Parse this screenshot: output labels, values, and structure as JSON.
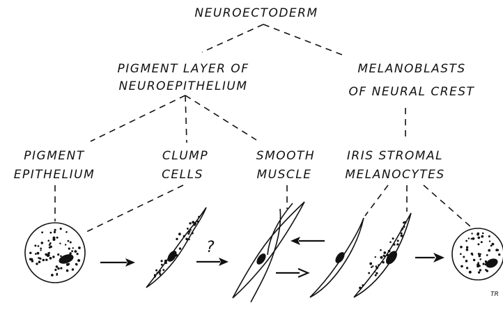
{
  "labels": {
    "root": "NEUROECTODERM",
    "pigment_layer_1": "PIGMENT LAYER OF",
    "pigment_layer_2": "NEUROEPITHELIUM",
    "melanoblasts_1": "MELANOBLASTS",
    "melanoblasts_2": "OF NEURAL CREST",
    "pigment_epithelium_1": "PIGMENT",
    "pigment_epithelium_2": "EPITHELIUM",
    "clump_cells_1": "CLUMP",
    "clump_cells_2": "CELLS",
    "smooth_muscle_1": "SMOOTH",
    "smooth_muscle_2": "MUSCLE",
    "iris_stromal_1": "IRIS STROMAL",
    "iris_stromal_2": "MELANOCYTES",
    "question": "?",
    "signature": "TR"
  }
}
